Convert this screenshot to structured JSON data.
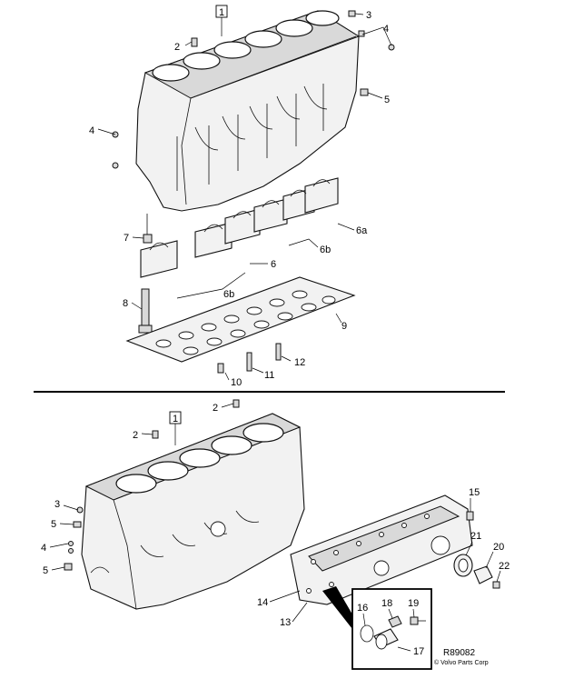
{
  "figure_ref": "R89082",
  "copyright": "© Volvo Parts Corp",
  "upper_view": {
    "boxed_label": "1",
    "callouts": [
      "2",
      "3",
      "4",
      "4",
      "5",
      "6a",
      "6b",
      "6",
      "6b",
      "7",
      "8",
      "9",
      "10",
      "11",
      "12"
    ]
  },
  "lower_view": {
    "boxed_label": "1",
    "callouts": [
      "2",
      "2",
      "3",
      "5",
      "4",
      "5",
      "15",
      "21",
      "20",
      "22",
      "14",
      "13",
      "16",
      "18",
      "19",
      "17"
    ]
  }
}
